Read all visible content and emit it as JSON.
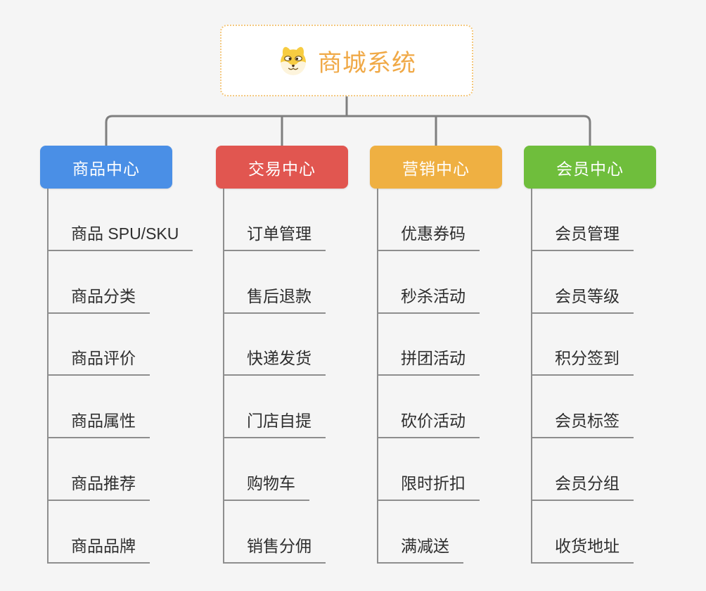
{
  "root": {
    "title": "商城系统",
    "icon": "dog-face-icon",
    "title_color": "#F0A947",
    "border_color": "#F4C87E"
  },
  "colors": {
    "background": "#F5F5F5",
    "connector": "#7F7F7F",
    "child_line": "#8E8E8E",
    "child_text": "#2E2E2E"
  },
  "branches": [
    {
      "label": "商品中心",
      "color": "#4A8FE6",
      "children": [
        "商品 SPU/SKU",
        "商品分类",
        "商品评价",
        "商品属性",
        "商品推荐",
        "商品品牌"
      ]
    },
    {
      "label": "交易中心",
      "color": "#E15650",
      "children": [
        "订单管理",
        "售后退款",
        "快递发货",
        "门店自提",
        "购物车",
        "销售分佣"
      ]
    },
    {
      "label": "营销中心",
      "color": "#EFB042",
      "children": [
        "优惠券码",
        "秒杀活动",
        "拼团活动",
        "砍价活动",
        "限时折扣",
        "满减送"
      ]
    },
    {
      "label": "会员中心",
      "color": "#6FBE3C",
      "children": [
        "会员管理",
        "会员等级",
        "积分签到",
        "会员标签",
        "会员分组",
        "收货地址"
      ]
    }
  ]
}
